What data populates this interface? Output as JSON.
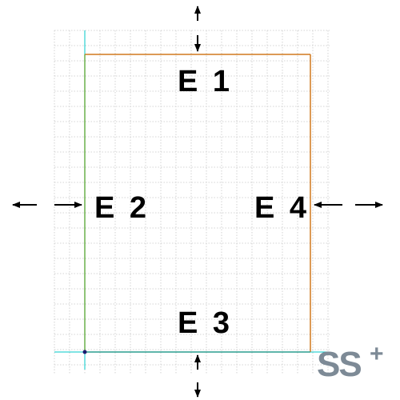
{
  "diagram": {
    "edges": [
      {
        "id": "e1",
        "label": "E 1",
        "position": "top"
      },
      {
        "id": "e2",
        "label": "E 2",
        "position": "left"
      },
      {
        "id": "e3",
        "label": "E 3",
        "position": "bottom"
      },
      {
        "id": "e4",
        "label": "E 4",
        "position": "right"
      }
    ]
  },
  "colors": {
    "grid": "#c8c8c8",
    "axis": "#00c8c8",
    "top_edge": "#d0781e",
    "right_edge": "#d0781e",
    "left_edge": "#6ab04c",
    "bottom_edge": "#2a9d8f",
    "origin_point": "#1a1a6e",
    "arrow": "#000000",
    "logo": "#7d8a96"
  },
  "logo": {
    "text": "SS",
    "mark": "+"
  }
}
